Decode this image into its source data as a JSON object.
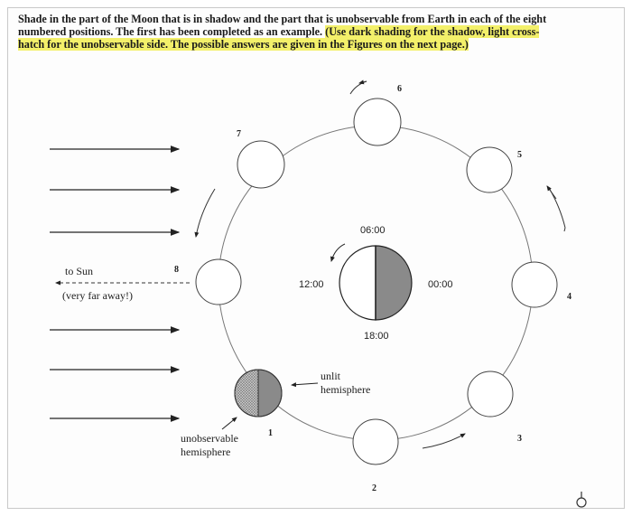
{
  "instructions": {
    "line1": "Shade in the part of the Moon that is in shadow and the part that is unobservable from Earth in each of the eight",
    "line2_pre": "numbered positions. The first has been completed as an example. ",
    "line2_hl": "(Use dark shading for the shadow, light cross-",
    "line3_hl": "hatch for the unobservable side. The possible answers are given in the Figures on the next page.)"
  },
  "diagram": {
    "sun_label": "to Sun",
    "sun_sublabel": "(very far away!)",
    "times": {
      "t0600": "06:00",
      "t1200": "12:00",
      "t0000": "00:00",
      "t1800": "18:00"
    },
    "unlit_label_1": "unlit",
    "unlit_label_2": "hemisphere",
    "unobs_label_1": "unobservable",
    "unobs_label_2": "hemisphere",
    "positions": [
      "1",
      "2",
      "3",
      "4",
      "5",
      "6",
      "7",
      "8"
    ]
  },
  "colors": {
    "shadow": "#8a8a8a",
    "crosshatch": "#9a9a9a",
    "highlight": "#f3f06a",
    "line": "#333333"
  }
}
